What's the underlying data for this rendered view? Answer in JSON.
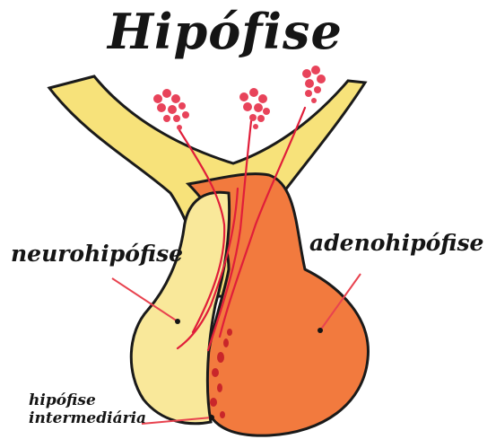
{
  "title": "Hipófise",
  "labels": {
    "neuro": "neurohipófise",
    "adeno": "adenohipófise",
    "intermediate_line1": "hipófise",
    "intermediate_line2": "intermediária"
  },
  "colors": {
    "outline": "#1a1a1a",
    "stalk_yellow": "#f7e27a",
    "neuro_yellow": "#f9e89a",
    "adeno_orange": "#f27a3e",
    "adeno_dark": "#e45d2a",
    "nerve_red": "#e01e3a",
    "pointer": "#e8434f"
  }
}
